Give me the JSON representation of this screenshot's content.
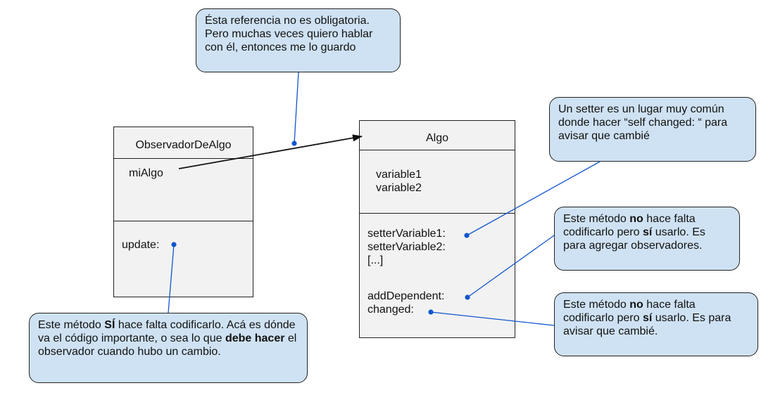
{
  "classes": {
    "observer": {
      "name": "ObservadorDeAlgo",
      "attributes": "miAlgo",
      "methods": "update:"
    },
    "subject": {
      "name": "Algo",
      "attributes": "variable1\nvariable2",
      "methods": "setterVariable1:\nsetterVariable2:\n[...]",
      "methods_extra": "addDependent:\nchanged:"
    }
  },
  "notes": {
    "reference": {
      "text": "Ésta referencia no es obligatoria. Pero muchas veces quiero hablar con él, entonces me lo guardo"
    },
    "setter": {
      "text": "Un setter es un lugar muy común donde hacer “self changed: “ para avisar que cambié"
    },
    "add_dependent": {
      "p1": "Este método ",
      "b1": "no",
      "p2": " hace falta codificarlo pero ",
      "b2": "sí",
      "p3": " usarlo. Es para agregar observadores."
    },
    "changed": {
      "p1": "Este método ",
      "b1": "no",
      "p2": " hace falta codificarlo pero ",
      "b2": "sí",
      "p3": " usarlo. Es para avisar que cambié."
    },
    "update": {
      "p1": "Este método ",
      "b1": "SÍ",
      "p2": " hace falta codificarlo. Acá es dónde va el código importante, o sea lo que ",
      "b2": "debe hacer",
      "p3": " el observador cuando hubo un cambio."
    }
  },
  "colors": {
    "note_fill": "#cfe2f3",
    "class_fill": "#f2f2f2",
    "connector": "#1155cc",
    "outline": "#222222"
  }
}
